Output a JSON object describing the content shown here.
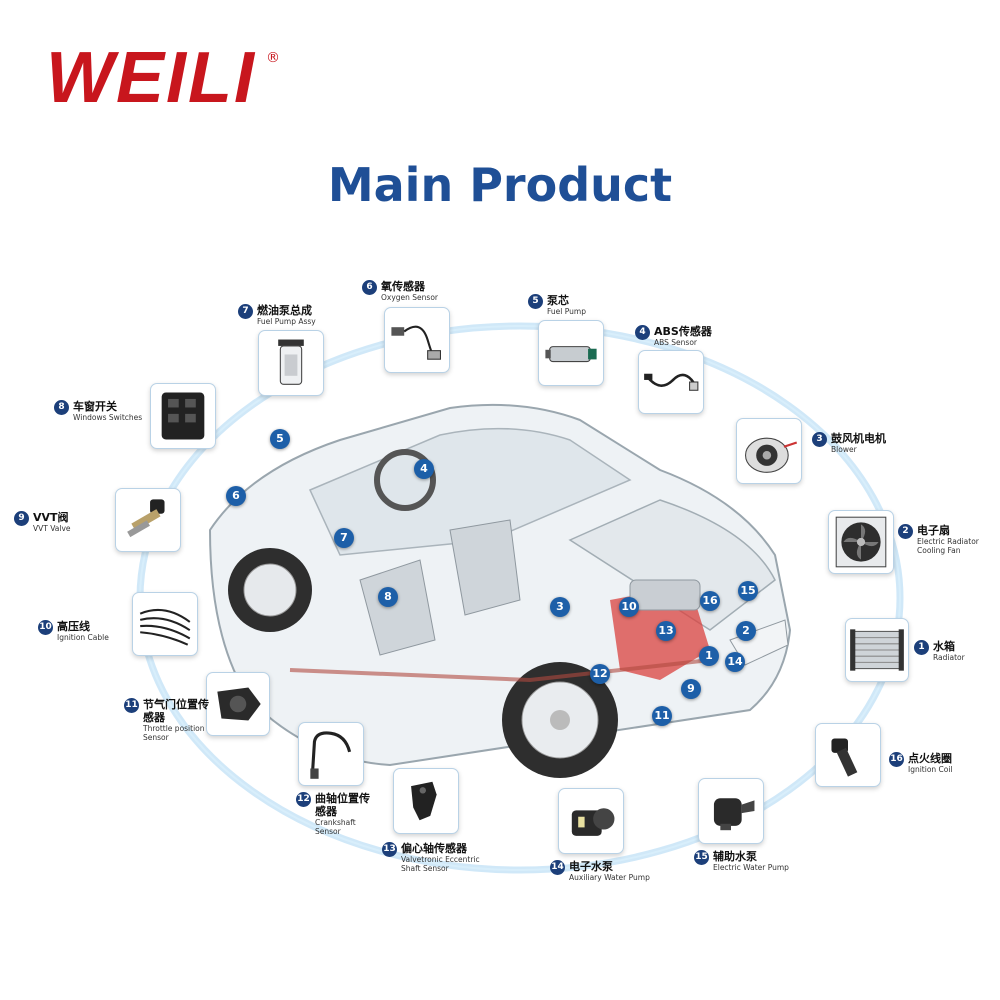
{
  "brand": {
    "name": "WEILI",
    "mark": "®",
    "color": "#c8161d"
  },
  "title": "Main Product",
  "accent": "#1f4f96",
  "ring_color": "#9fd0f0",
  "badge_color": "#1d5fa8",
  "products": [
    {
      "n": "1",
      "cn": "水箱",
      "en": "Radiator"
    },
    {
      "n": "2",
      "cn": "电子扇",
      "en": "Electric Radiator Cooling Fan"
    },
    {
      "n": "3",
      "cn": "鼓风机电机",
      "en": "Blower"
    },
    {
      "n": "4",
      "cn": "ABS传感器",
      "en": "ABS Sensor"
    },
    {
      "n": "5",
      "cn": "泵芯",
      "en": "Fuel Pump"
    },
    {
      "n": "6",
      "cn": "氧传感器",
      "en": "Oxygen Sensor"
    },
    {
      "n": "7",
      "cn": "燃油泵总成",
      "en": "Fuel Pump Assy"
    },
    {
      "n": "8",
      "cn": "车窗开关",
      "en": "Windows Switches"
    },
    {
      "n": "9",
      "cn": "VVT阀",
      "en": "VVT Valve"
    },
    {
      "n": "10",
      "cn": "高压线",
      "en": "Ignition Cable"
    },
    {
      "n": "11",
      "cn": "节气门位置传感器",
      "en": "Throttle position Sensor"
    },
    {
      "n": "12",
      "cn": "曲轴位置传感器",
      "en": "Crankshaft Sensor"
    },
    {
      "n": "13",
      "cn": "偏心轴传感器",
      "en": "Valvetronic Eccentric Shaft Sensor"
    },
    {
      "n": "14",
      "cn": "电子水泵",
      "en": "Auxiliary Water Pump"
    },
    {
      "n": "15",
      "cn": "辅助水泵",
      "en": "Electric Water Pump"
    },
    {
      "n": "16",
      "cn": "点火线圈",
      "en": "Ignition Coil"
    }
  ],
  "car_markers": [
    "5",
    "4",
    "6",
    "7",
    "8",
    "3",
    "10",
    "13",
    "16",
    "15",
    "2",
    "1",
    "14",
    "12",
    "9",
    "11"
  ]
}
